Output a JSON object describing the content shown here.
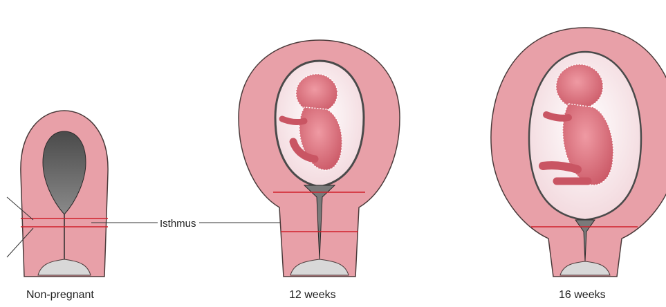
{
  "labels": {
    "isthmus": "Isthmus",
    "stage_non_pregnant": "Non-pregnant",
    "stage_12_weeks": "12 weeks",
    "stage_16_weeks": "16 weeks"
  },
  "colors": {
    "uterine_wall": "#e8a0a8",
    "wall_outline": "#4a3a3a",
    "cavity_dark": "#5a5a5a",
    "amniotic_sac": "#f7e6ea",
    "fetus": "#d9727c",
    "isthmus_line": "#d0202a",
    "vagina_grey": "#d8d8d8"
  }
}
